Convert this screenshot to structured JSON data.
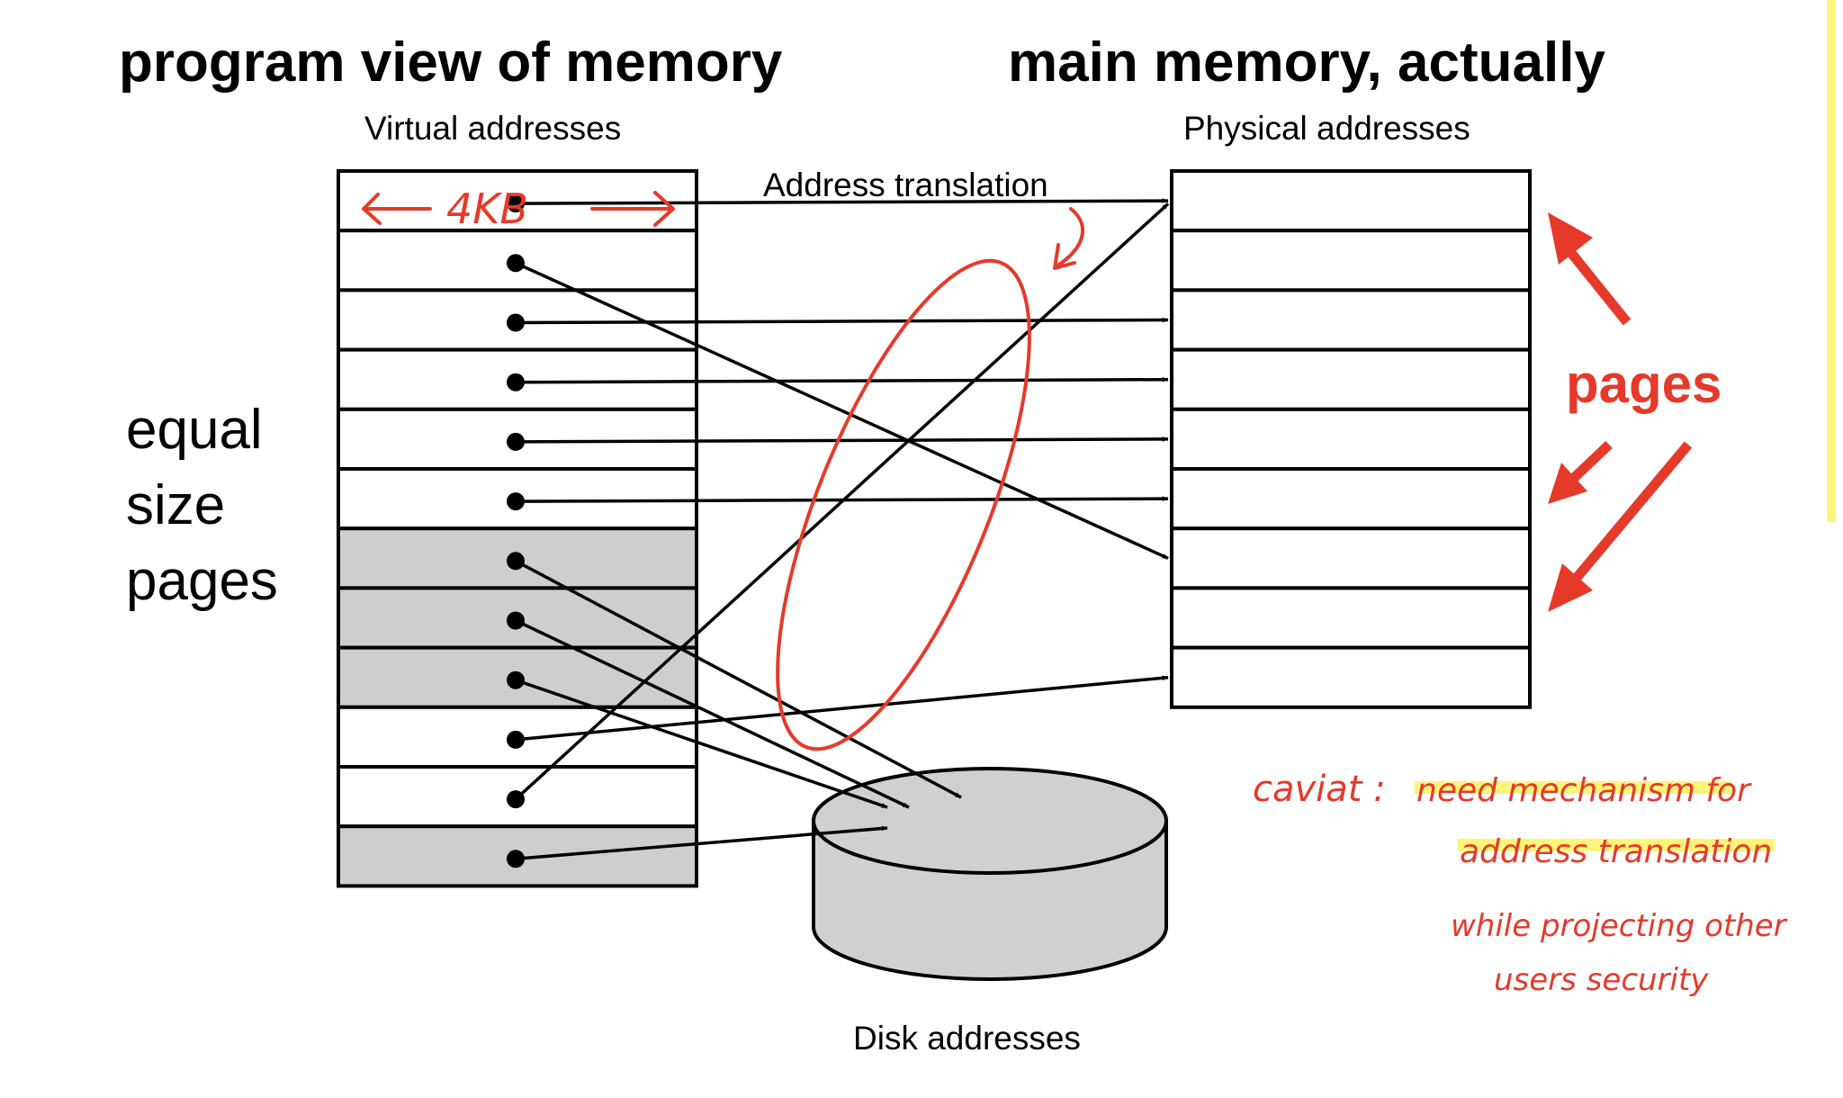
{
  "headings": {
    "left": "program view of memory",
    "right": "main memory, actually"
  },
  "labels": {
    "virtual": "Virtual addresses",
    "physical": "Physical addresses",
    "translation": "Address translation",
    "disk": "Disk addresses",
    "equal_size_pages": [
      "equal",
      "size",
      "pages"
    ],
    "pages": "pages"
  },
  "annotations": {
    "page_size": "4KB",
    "caveat": "caviat :",
    "caveat_lines": [
      "need mechanism for",
      "address translation",
      "while projecting other",
      "users security"
    ]
  },
  "virtual_pages": [
    {
      "location": "memory",
      "target": 1
    },
    {
      "location": "memory",
      "target": 7
    },
    {
      "location": "memory",
      "target": 3
    },
    {
      "location": "memory",
      "target": 4
    },
    {
      "location": "memory",
      "target": 5
    },
    {
      "location": "memory",
      "target": 6
    },
    {
      "location": "disk",
      "target": "disk"
    },
    {
      "location": "disk",
      "target": "disk"
    },
    {
      "location": "disk",
      "target": "disk"
    },
    {
      "location": "memory",
      "target": 9
    },
    {
      "location": "memory",
      "target": 1
    },
    {
      "location": "disk",
      "target": "disk"
    }
  ],
  "physical_page_count": 9,
  "colors": {
    "ink": "#000000",
    "annotation_red": "#e53a2a",
    "highlight_yellow": "#fdf36a",
    "disk_fill": "#d0d0d0",
    "page_on_disk_fill": "#cecece"
  }
}
